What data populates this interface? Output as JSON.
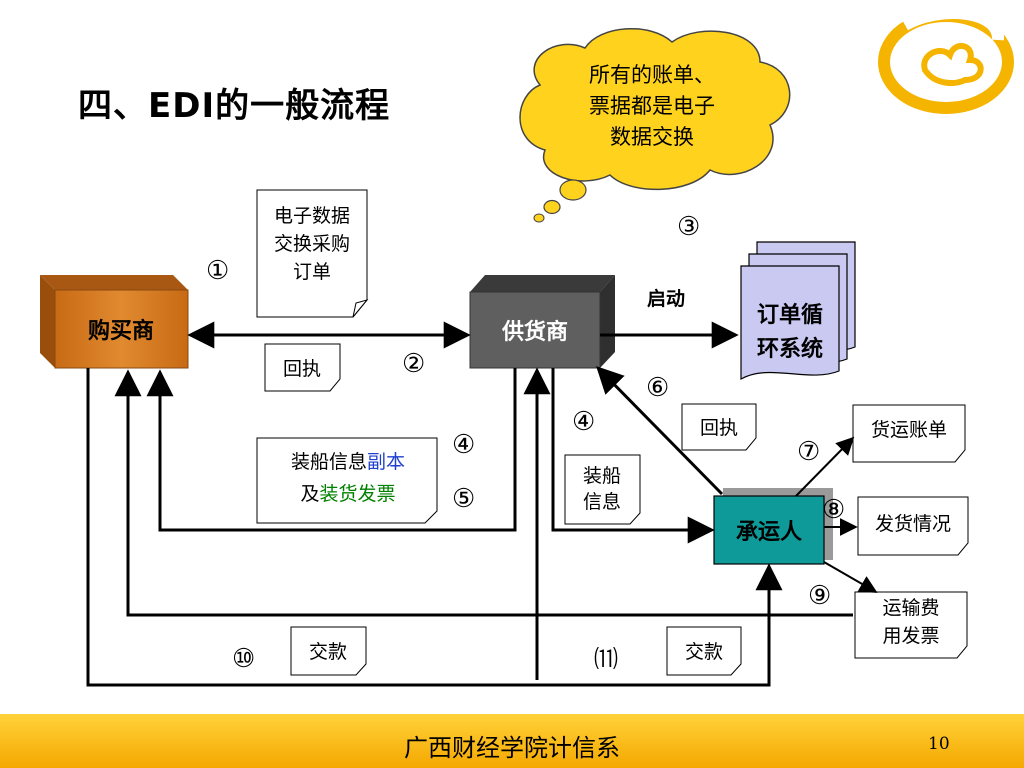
{
  "title": "四、EDI的一般流程",
  "cloud": {
    "line1": "所有的账单、",
    "line2": "票据都是电子",
    "line3": "数据交换"
  },
  "nodes": {
    "buyer": "购买商",
    "supplier": "供货商",
    "carrier": "承运人",
    "order_system_line1": "订单循",
    "order_system_line2": "环系统"
  },
  "docs": {
    "purchase_order": [
      "电子数据",
      "交换采购",
      "订单"
    ],
    "receipt_1": "回执",
    "shipping_copy_line1_a": "装船信息",
    "shipping_copy_line1_b": "副本",
    "shipping_copy_line2_a": "及",
    "shipping_copy_line2_b": "装货发票",
    "shipping_info": [
      "装船",
      "信息"
    ],
    "receipt_2": "回执",
    "freight_bill": "货运账单",
    "delivery_status": "发货情况",
    "freight_invoice": [
      "运输费",
      "用发票"
    ],
    "payment_1": "交款",
    "payment_2": "交款"
  },
  "labels": {
    "start": "启动"
  },
  "steps": {
    "s1": "①",
    "s2": "②",
    "s3": "③",
    "s4a": "④",
    "s4b": "④",
    "s5": "⑤",
    "s6": "⑥",
    "s7": "⑦",
    "s8": "⑧",
    "s9": "⑨",
    "s10": "⑩",
    "s11": "⑾"
  },
  "footer": {
    "org": "广西财经学院计信系",
    "page": "10"
  },
  "colors": {
    "buyer_box": "#d9781f",
    "supplier_box": "#5f5f5f",
    "carrier_box": "#0f9a9a",
    "order_doc": "#c9c9f2",
    "cloud": "#ffd21e",
    "footer": "#f7b500",
    "blue_text": "#1f3fcf",
    "green_text": "#008000"
  }
}
